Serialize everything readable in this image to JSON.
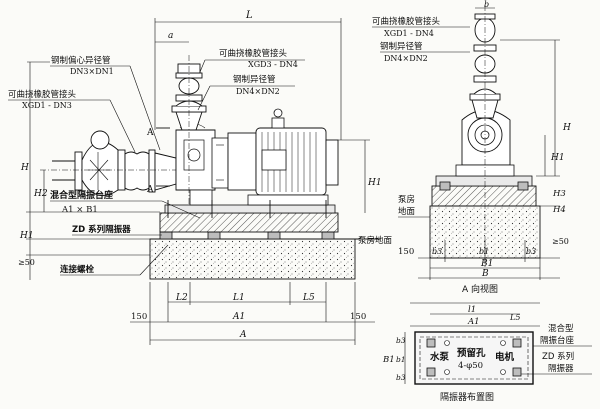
{
  "left_view": {
    "dim_L": "L",
    "dim_a": "a",
    "label_ecc_pipe_1": "钢制偏心异径管",
    "label_ecc_pipe_2": "DN3×DN1",
    "label_flex_in_1": "可曲挠橡胶管接头",
    "label_flex_in_2": "XGD1 - DN3",
    "label_flex_out_1": "可曲挠橡胶管接头",
    "label_flex_out_2": "XGD3 - DN4",
    "label_red_pipe_1": "钢制异径管",
    "label_red_pipe_2": "DN4×DN2",
    "section_A_top": "A",
    "section_A_bot": "A",
    "dim_H": "H",
    "dim_H1": "H1",
    "dim_H2": "H2",
    "dim_H1_left": "H1",
    "dim_ge50": "≥50",
    "label_base_1": "混合型隔振台座",
    "label_base_2": "A1 × B1",
    "label_isolator": "ZD 系列隔振器",
    "label_floor": "泵房地面",
    "label_bolt": "连接螺栓",
    "dim_150_left": "150",
    "dim_150_right": "150",
    "dim_L2": "L2",
    "dim_L1": "L1",
    "dim_L5": "L5",
    "dim_A1": "A1",
    "dim_A": "A"
  },
  "right_view": {
    "dim_b": "b",
    "label_flex_1": "可曲挠橡胶管接头",
    "label_flex_2": "XGD1 - DN4",
    "label_red_1": "钢制异径管",
    "label_red_2": "DN4×DN2",
    "dim_H": "H",
    "dim_H1": "H1",
    "dim_H3": "H3",
    "dim_H4": "H4",
    "dim_ge50": "≥50",
    "label_floor_1": "泵房",
    "label_floor_2": "地面",
    "dim_150": "150",
    "dim_b3_l": "b3",
    "dim_b1": "b1",
    "dim_b3_r": "b3",
    "dim_B1": "B1",
    "dim_B": "B",
    "caption": "A 向视图"
  },
  "plan_view": {
    "dim_l1": "l1",
    "dim_L5": "L5",
    "dim_A1": "A1",
    "dim_B1": "B1",
    "dim_b3_top": "b3",
    "dim_b1": "b1",
    "dim_b3_bot": "b3",
    "label_pump": "水泵",
    "label_hole": "预留孔",
    "label_hole_spec": "4-φ50",
    "label_motor": "电机",
    "label_base_1": "混合型",
    "label_base_2": "隔振台座",
    "label_iso_1": "ZD 系列",
    "label_iso_2": "隔振器",
    "caption": "隔振器布置图"
  }
}
